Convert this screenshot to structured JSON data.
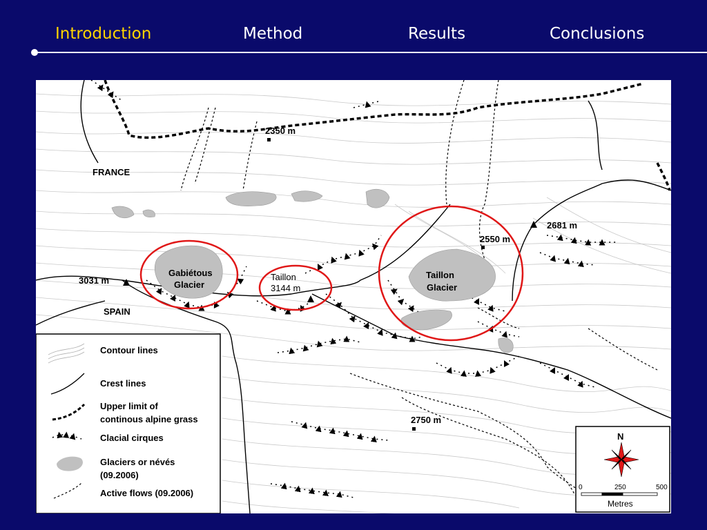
{
  "nav": {
    "items": [
      {
        "label": "Introduction",
        "active": true
      },
      {
        "label": "Method",
        "active": false
      },
      {
        "label": "Results",
        "active": false
      },
      {
        "label": "Conclusions",
        "active": false
      }
    ],
    "active_color": "#ffd400",
    "text_color": "#ffffff",
    "background": "#0a0a6b"
  },
  "map": {
    "labels": {
      "france": "FRANCE",
      "spain": "SPAIN",
      "alt_2350": "2350 m",
      "alt_2550": "2550 m",
      "alt_2681": "2681 m",
      "alt_3031": "3031 m",
      "alt_2750": "2750 m",
      "gabietous_1": "Gabiétous",
      "gabietous_2": "Glacier",
      "taillon_peak_1": "Taillon",
      "taillon_peak_2": "3144 m",
      "taillon_glacier_1": "Taillon",
      "taillon_glacier_2": "Glacier"
    },
    "highlight_color": "#e01818",
    "glacier_color": "#c0c0c0"
  },
  "legend": {
    "items": [
      {
        "icon": "contour-lines-icon",
        "label": "Contour lines"
      },
      {
        "icon": "crest-line-icon",
        "label": "Crest lines"
      },
      {
        "icon": "grass-limit-icon",
        "label": "Upper limit of",
        "label2": "continous alpine grass"
      },
      {
        "icon": "cirque-icon",
        "label": "Clacial cirques"
      },
      {
        "icon": "glacier-icon",
        "label": "Glaciers or névés",
        "label2": "(09.2006)"
      },
      {
        "icon": "active-flow-icon",
        "label": "Active flows (09.2006)"
      }
    ]
  },
  "compass": {
    "north": "N",
    "scale_ticks": [
      "0",
      "250",
      "500"
    ],
    "unit": "Metres"
  }
}
